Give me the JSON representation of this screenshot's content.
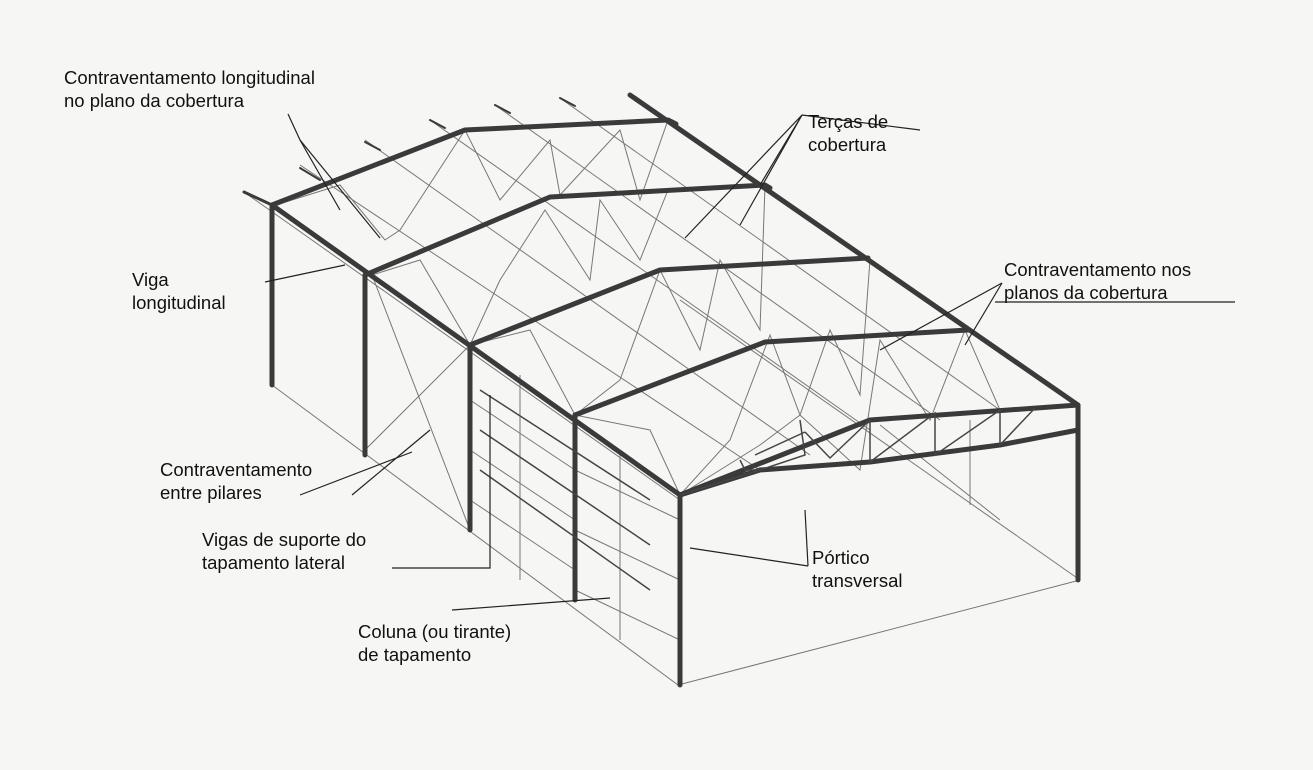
{
  "labels": {
    "contraventamento_longitudinal": [
      "Contraventamento longitudinal",
      "no plano da cobertura"
    ],
    "viga_longitudinal": [
      "Viga",
      "longitudinal"
    ],
    "contraventamento_pilares": [
      "Contraventamento",
      "entre pilares"
    ],
    "vigas_suporte": [
      "Vigas de suporte do",
      "tapamento lateral"
    ],
    "coluna_tapamento": [
      "Coluna (ou tirante)",
      "de tapamento"
    ],
    "tercas": [
      "Terças de",
      "cobertura"
    ],
    "contraventamento_planos": [
      "Contraventamento nos",
      "planos da cobertura"
    ],
    "portico": [
      "Pórtico",
      "transversal"
    ]
  }
}
